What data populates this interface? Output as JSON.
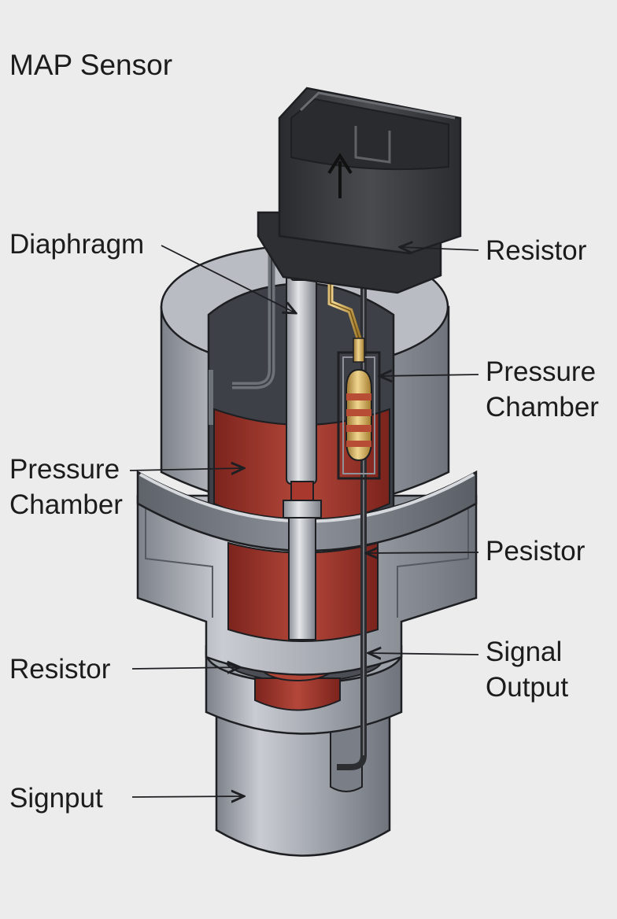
{
  "title": "MAP Sensor",
  "labels": {
    "diaphragm": "Diaphragm",
    "resistor_top": "Resistor",
    "pressure_chamber_right": [
      "Pressure",
      "Chamber"
    ],
    "pressure_chamber_left": [
      "Pressure",
      "Chamber"
    ],
    "pesistor": "Pesistor",
    "resistor_left": "Resistor",
    "signal_output": [
      "Signal",
      "Output"
    ],
    "signput": "Signput"
  },
  "colors": {
    "background": "#ececec",
    "housing_metal": "#a9adb4",
    "connector_plastic": "#3a3b3e",
    "chamber_red": "#a8382d",
    "brass_tube": "#c9a24a",
    "outline": "#1e1f22"
  },
  "icons": [
    "arrow-up-icon"
  ]
}
